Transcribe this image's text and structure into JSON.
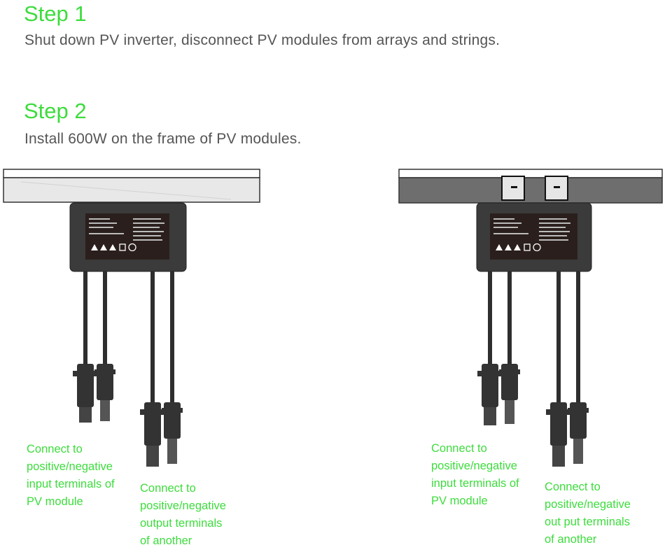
{
  "step1": {
    "title": "Step 1",
    "description": "Shut down PV inverter, disconnect PV modules from arrays and strings."
  },
  "step2": {
    "title": "Step 2",
    "description": "Install 600W on the frame of PV modules."
  },
  "diagrams": [
    {
      "input_label": "Connect to\npositive/negative\ninput terminals of\nPV module",
      "output_label": "Connect to\npositive/negative\noutput terminals\nof another"
    },
    {
      "input_label": "Connect to\npositive/negative\ninput terminals of\nPV module",
      "output_label": "Connect to\npositive/negative\nout put terminals\nof another"
    }
  ],
  "colors": {
    "accent_green": "#3ddc3d",
    "body_text": "#555555",
    "device_body": "#3b3b3b",
    "label_panel": "#2a1f1c"
  }
}
